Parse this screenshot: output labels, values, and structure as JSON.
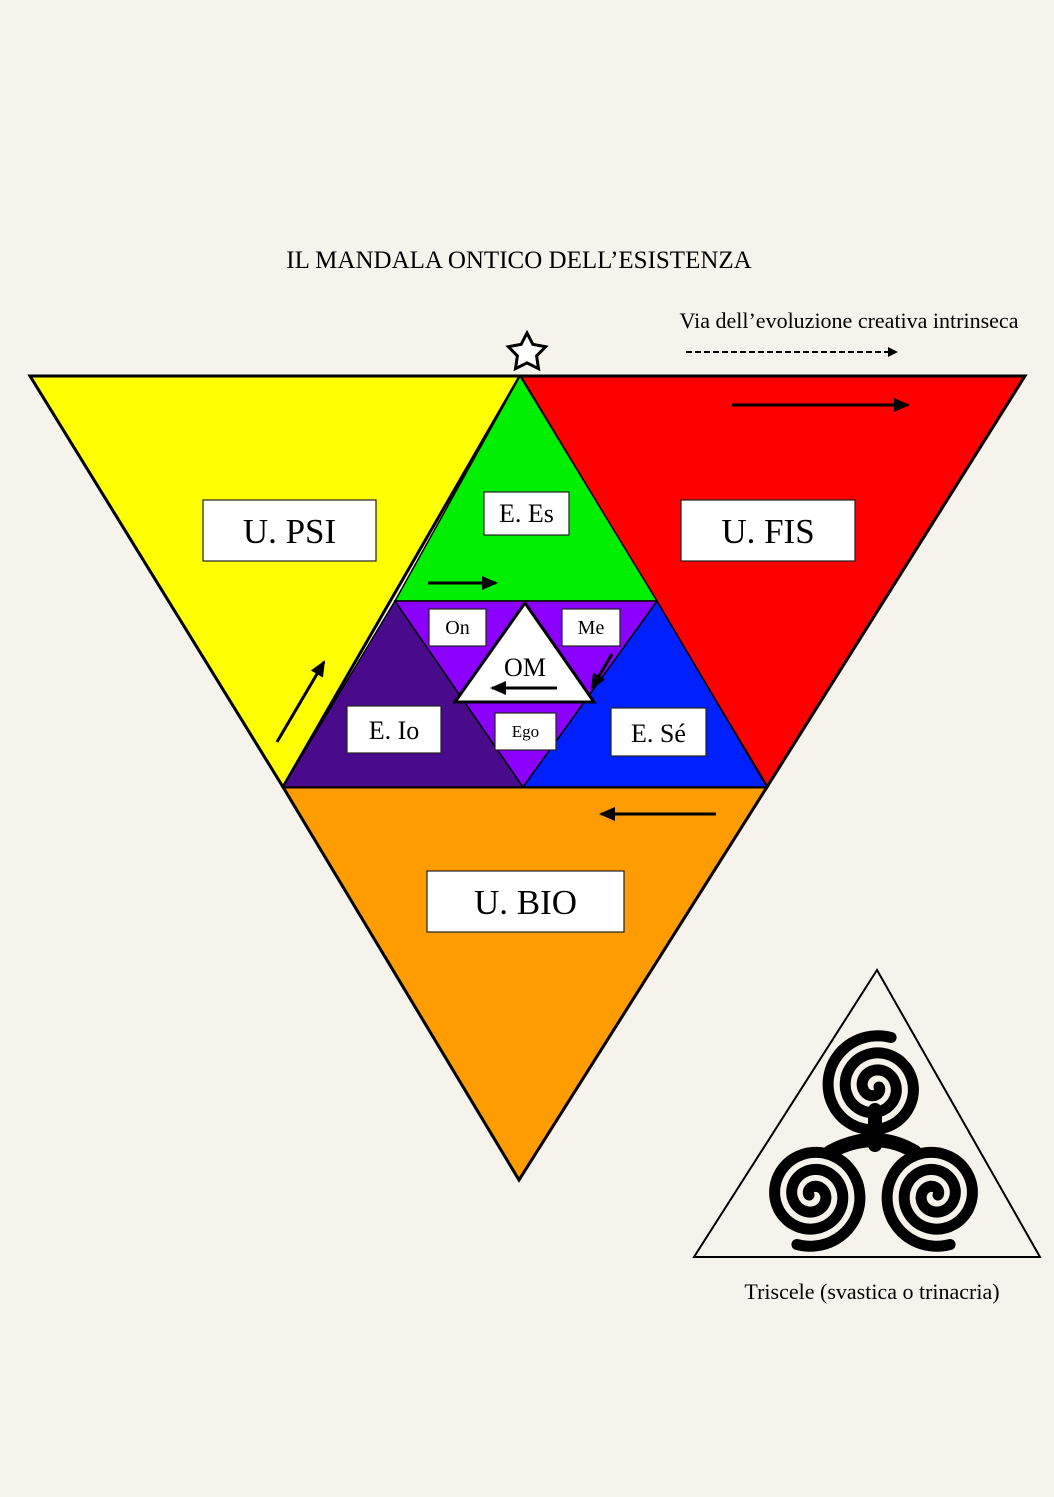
{
  "title": "IL MANDALA ONTICO DELL’ESISTENZA",
  "flow_note": "Via dell’evoluzione creativa intrinseca",
  "regions": {
    "u_psi": "U. PSI",
    "u_fis": "U. FIS",
    "u_bio": "U. BIO",
    "e_es": "E. Es",
    "e_io": "E. Io",
    "e_se": "E. Sé",
    "om": "OM",
    "on": "On",
    "me": "Me",
    "ego": "Ego"
  },
  "triskele_caption": "Triscele (svastica o trinacria)",
  "colors": {
    "psi": "#ffff00",
    "fis": "#ff0000",
    "bio": "#ff9c00",
    "es": "#00ee00",
    "io": "#4a0a8c",
    "se": "#0020ff",
    "center": "#8c00ff"
  }
}
